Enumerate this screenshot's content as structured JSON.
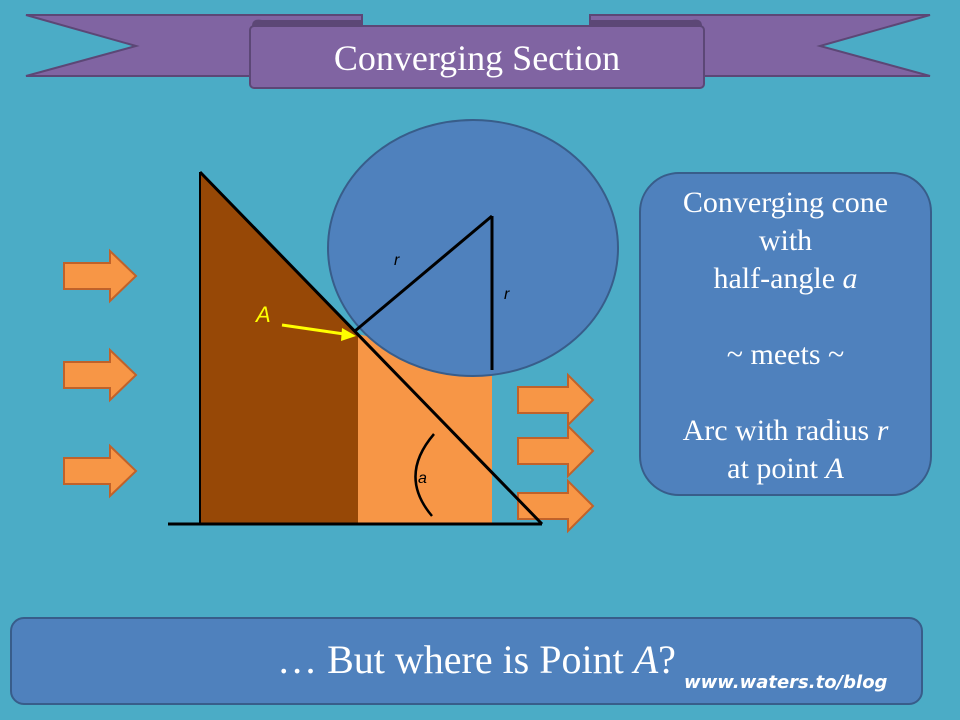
{
  "title": "Converging Section",
  "diagram": {
    "label_point": "A",
    "label_radius_1": "r",
    "label_radius_2": "r",
    "label_angle": "a"
  },
  "info_box": {
    "line1": "Converging cone",
    "line2": "with",
    "line3_prefix": "half-angle ",
    "line3_var": "a",
    "line4": "~ meets ~",
    "line5_prefix": "Arc with radius ",
    "line5_var": "r",
    "line6_prefix": "at point ",
    "line6_var": "A"
  },
  "question": {
    "prefix": "… But where is Point ",
    "var": "A",
    "suffix": "?"
  },
  "credit": "www.waters.to/blog",
  "colors": {
    "background": "#4bacc6",
    "ribbon": "#8064a2",
    "box": "#4f81bd",
    "brown": "#974806",
    "orange": "#f79646",
    "highlight": "#ffff00"
  }
}
